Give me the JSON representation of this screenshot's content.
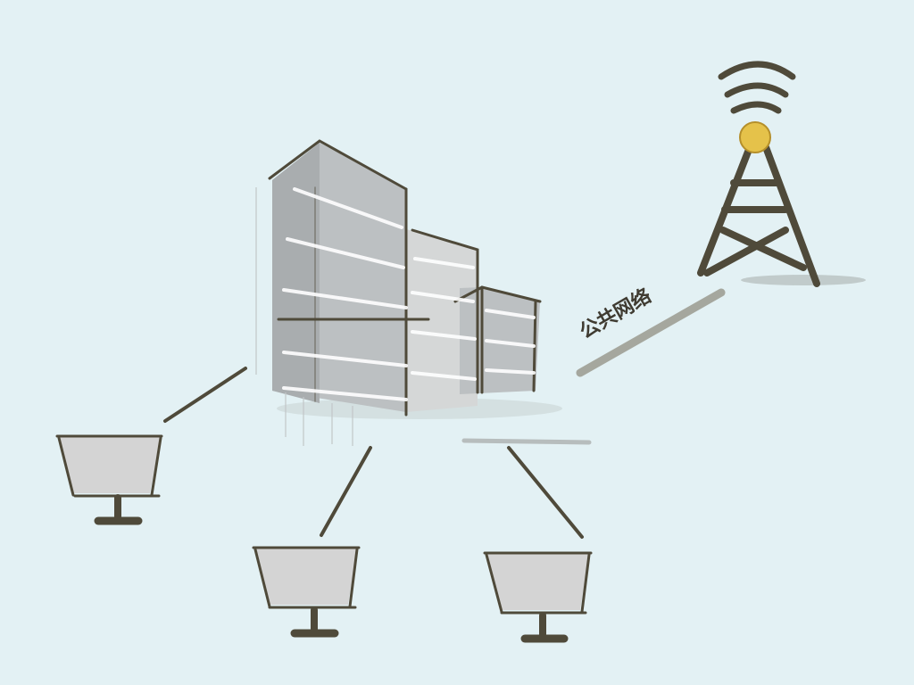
{
  "diagram": {
    "background": "#e3f1f4",
    "stroke_color": "#4f4a3a",
    "building_color": "#bcc0c2",
    "monitor_color": "#d4d4d4",
    "antenna_bulb_color": "#e5c24a",
    "link_label": "公共网络",
    "nodes": [
      {
        "id": "office-building",
        "icon": "building-icon"
      },
      {
        "id": "cell-tower",
        "icon": "antenna-tower-icon"
      },
      {
        "id": "computer-1",
        "icon": "monitor-icon"
      },
      {
        "id": "computer-2",
        "icon": "monitor-icon"
      },
      {
        "id": "computer-3",
        "icon": "monitor-icon"
      }
    ],
    "edges": [
      {
        "from": "office-building",
        "to": "cell-tower",
        "label": "公共网络"
      },
      {
        "from": "office-building",
        "to": "computer-1"
      },
      {
        "from": "office-building",
        "to": "computer-2"
      },
      {
        "from": "office-building",
        "to": "computer-3"
      }
    ]
  }
}
